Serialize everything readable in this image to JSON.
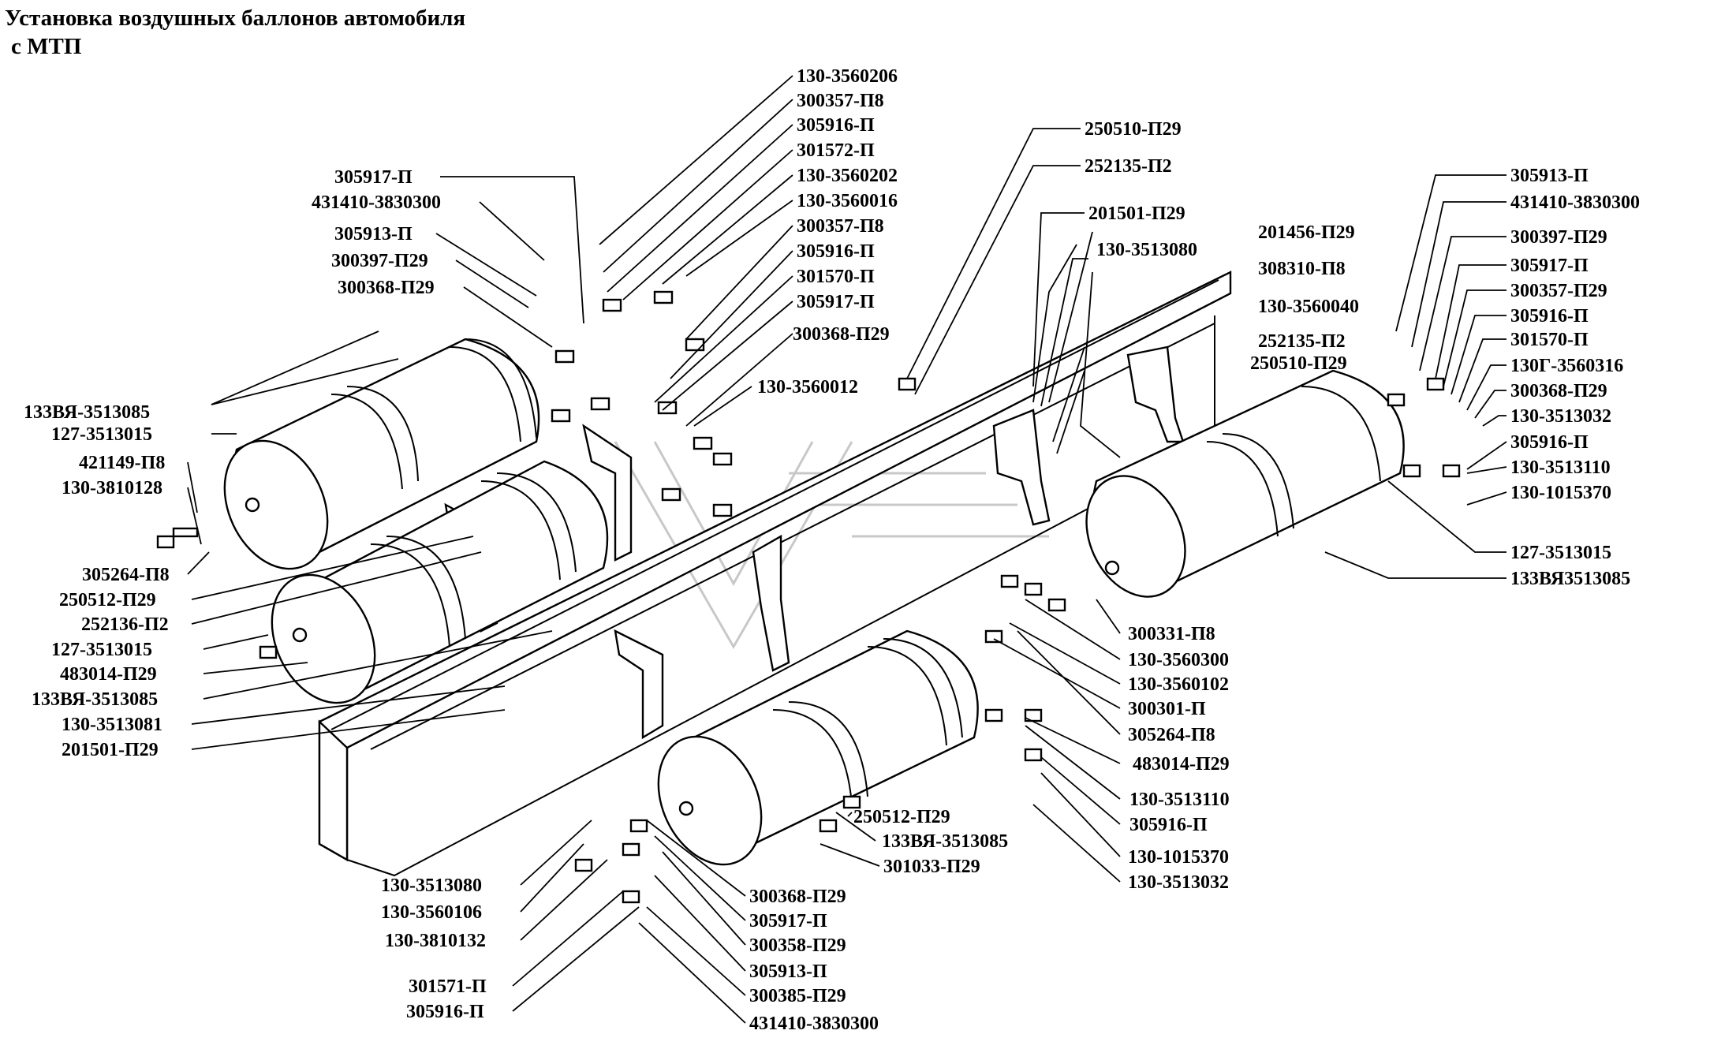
{
  "title": {
    "line1": "Установка воздушных баллонов автомобиля",
    "line2": "с МТП"
  },
  "callouts": {
    "top_group": [
      "130-3560206",
      "300357-П8",
      "305916-П",
      "301572-П",
      "130-3560202",
      "130-3560016",
      "300357-П8",
      "305916-П",
      "301570-П",
      "305917-П",
      "300368-П29",
      "130-3560012"
    ],
    "left_upper": [
      "305917-П",
      "431410-3830300",
      "305913-П",
      "300397-П29",
      "300368-П29"
    ],
    "left_side": [
      "133ВЯ-3513085",
      "127-3513015",
      "421149-П8",
      "130-3810128",
      "305264-П8",
      "250512-П29",
      "252136-П2",
      "127-3513015",
      "483014-П29",
      "133ВЯ-3513085",
      "130-3513081",
      "201501-П29"
    ],
    "middle_top": [
      "250510-П29",
      "252135-П2",
      "201501-П29",
      "201456-П29",
      "130-3513080",
      "308310-П8",
      "130-3560040",
      "252135-П2",
      "250510-П29"
    ],
    "right_side": [
      "305913-П",
      "431410-3830300",
      "300397-П29",
      "305917-П",
      "300357-П29",
      "305916-П",
      "301570-П",
      "130Г-3560316",
      "300368-П29",
      "130-3513032",
      "305916-П",
      "130-3513110",
      "130-1015370",
      "127-3513015",
      "133ВЯ3513085"
    ],
    "lower_right": [
      "300331-П8",
      "130-3560300",
      "130-3560102",
      "300301-П",
      "305264-П8",
      "483014-П29",
      "130-3513110",
      "305916-П",
      "130-1015370",
      "130-3513032"
    ],
    "lower_middle": [
      "250512-П29",
      "133ВЯ-3513085",
      "301033-П29"
    ],
    "bottom": [
      "130-3513080",
      "130-3560106",
      "130-3810132",
      "301571-П",
      "305916-П",
      "300368-П29",
      "305917-П",
      "300358-П29",
      "305913-П",
      "300385-П29",
      "431410-3830300"
    ]
  }
}
